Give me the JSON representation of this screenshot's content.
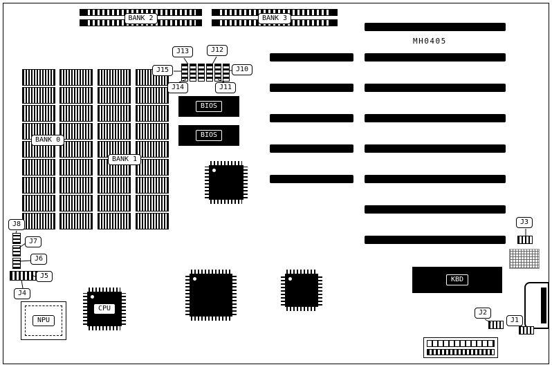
{
  "board": {
    "part_number": "MH0405"
  },
  "memory": {
    "bank0_label": "BANK 0",
    "bank1_label": "BANK 1",
    "bank2_label": "BANK 2",
    "bank3_label": "BANK 3"
  },
  "chips": {
    "bios1_label": "BIOS",
    "bios2_label": "BIOS",
    "cpu_label": "CPU",
    "npu_label": "NPU",
    "kbd_label": "KBD"
  },
  "jumpers": {
    "j1": "J1",
    "j2": "J2",
    "j3": "J3",
    "j4": "J4",
    "j5": "J5",
    "j6": "J6",
    "j7": "J7",
    "j8": "J8",
    "j10": "J10",
    "j11": "J11",
    "j12": "J12",
    "j13": "J13",
    "j14": "J14",
    "j15": "J15"
  }
}
